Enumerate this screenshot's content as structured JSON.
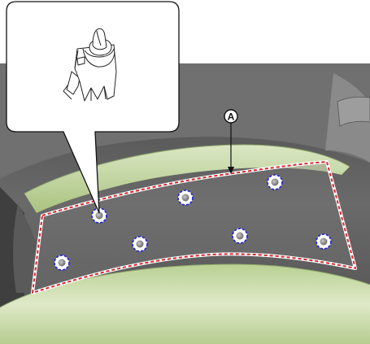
{
  "callout": {
    "label": "A",
    "marker_style": "red-dashed-outline"
  },
  "clips": {
    "count": 7,
    "marker_style": "blue-dashed-circle"
  },
  "colors": {
    "panel": "#5f5f5f",
    "panel_dark": "#3c3c3c",
    "trim_green": "#c9dca8",
    "outline_red": "#e0222a",
    "clip_blue": "#2a2ad0",
    "clip_fill": "#9a9a9a"
  },
  "icons": {
    "inset": "push-pin-clip-icon"
  }
}
